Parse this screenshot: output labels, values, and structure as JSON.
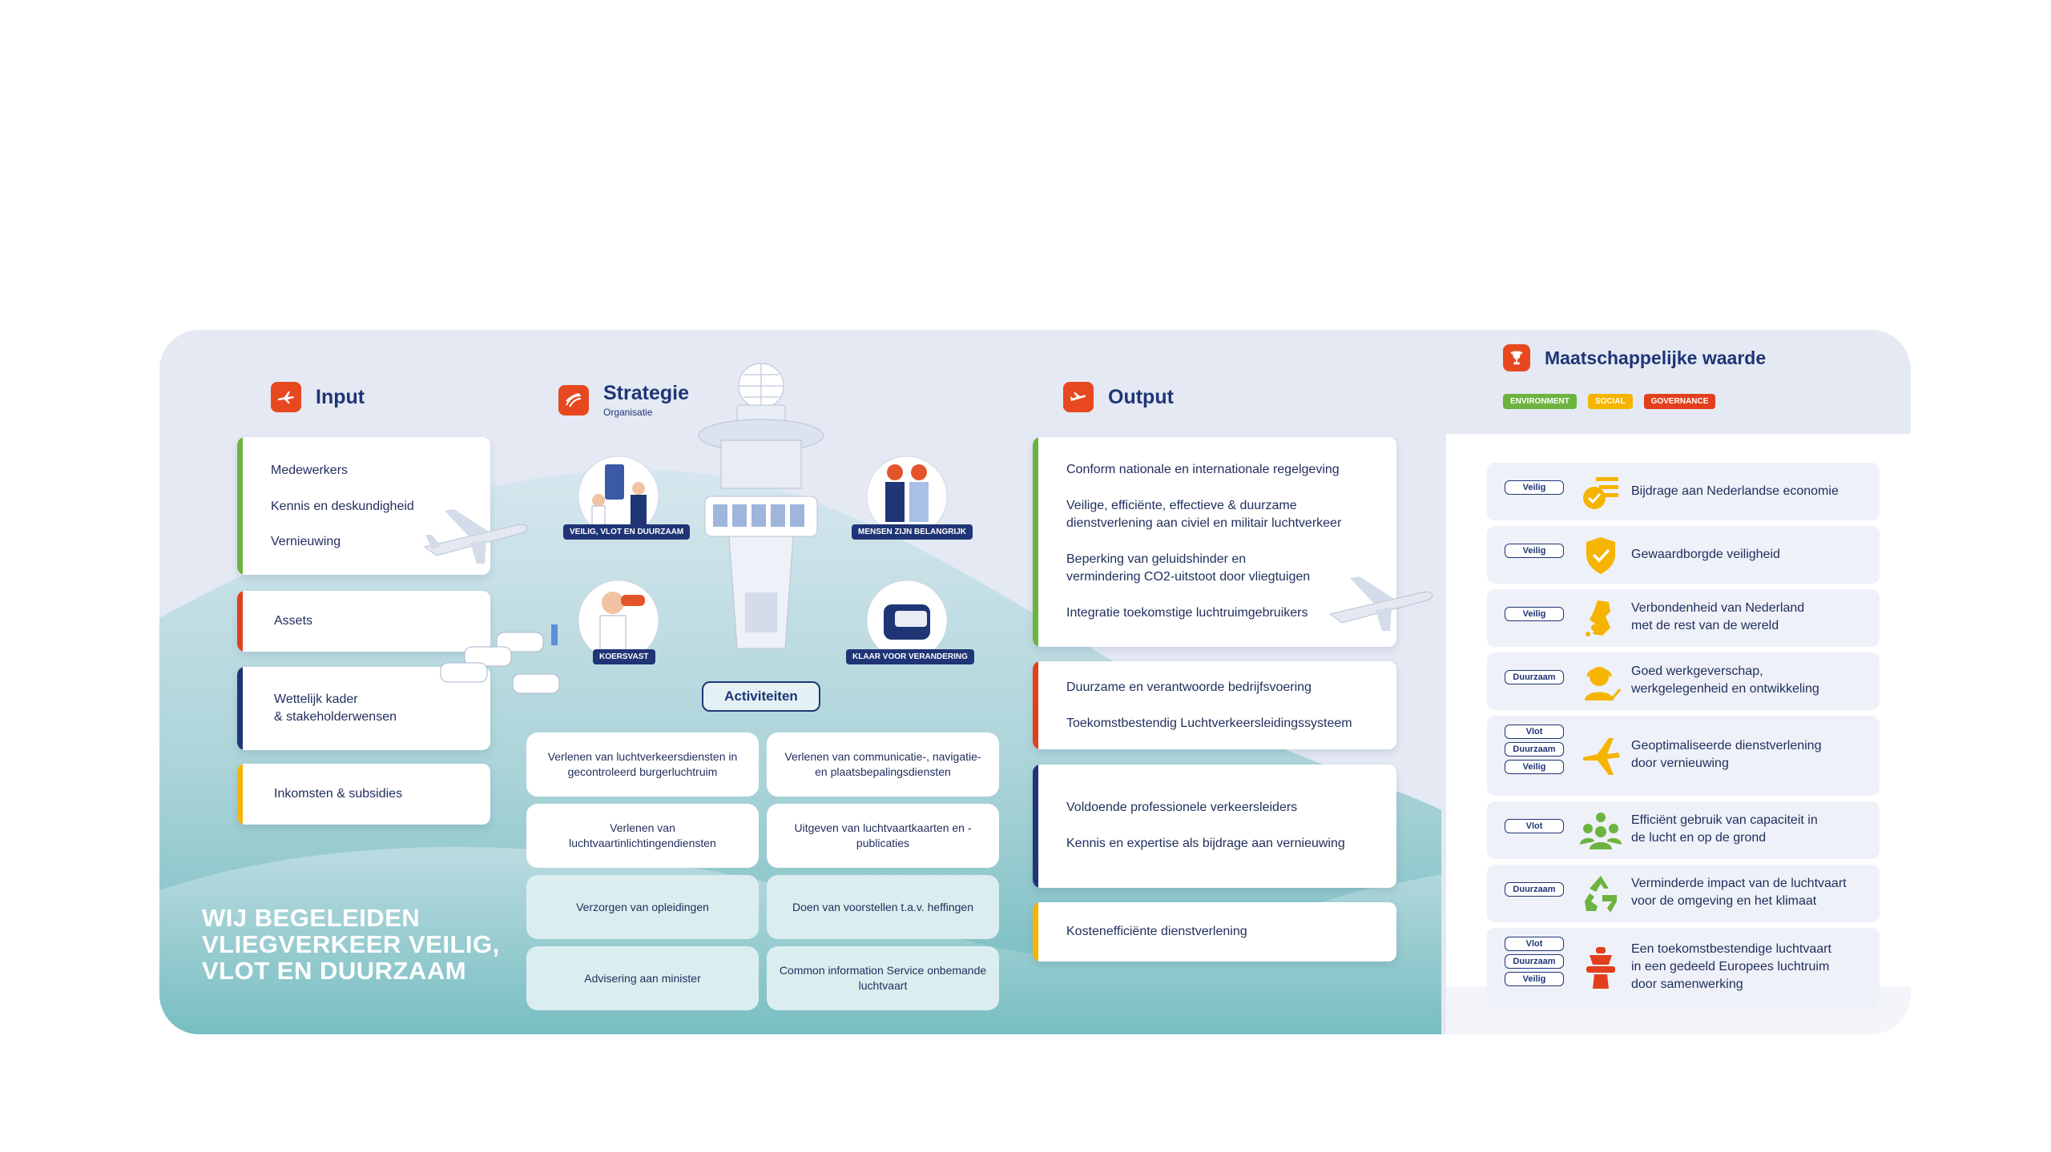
{
  "input": {
    "title": "Input",
    "card1": [
      "Medewerkers",
      "Kennis en deskundigheid",
      "Vernieuwing"
    ],
    "card2": "Assets",
    "card3": [
      "Wettelijk kader",
      "& stakeholderwensen"
    ],
    "card4": "Inkomsten & subsidies"
  },
  "strategie": {
    "title": "Strategie",
    "subtitle": "Organisatie",
    "badges": [
      "VEILIG, VLOT EN DUURZAAM",
      "MENSEN ZIJN BELANGRIJK",
      "KOERSVAST",
      "KLAAR VOOR VERANDERING"
    ]
  },
  "activiteiten": {
    "label": "Activiteiten",
    "items": [
      "Verlenen van luchtverkeersdiensten in gecontroleerd burgerluchtruim",
      "Verlenen van communicatie-, navigatie- en plaatsbepalingsdiensten",
      "Verlenen van luchtvaartinlichtingendiensten",
      "Uitgeven van luchtvaartkaarten en -publicaties",
      "Verzorgen van opleidingen",
      "Doen van voorstellen t.a.v. heffingen",
      "Advisering aan minister",
      "Common information Service onbemande luchtvaart"
    ]
  },
  "output": {
    "title": "Output",
    "card1": [
      "Conform nationale en internationale regelgeving",
      "Veilige, efficiënte, effectieve & duurzame",
      "dienstverlening aan civiel en militair luchtverkeer",
      "Beperking van geluidshinder en",
      "vermindering CO2-uitstoot door vliegtuigen",
      "Integratie toekomstige luchtruimgebruikers"
    ],
    "card2": [
      "Duurzame en verantwoorde bedrijfsvoering",
      "Toekomstbestendig Luchtverkeersleidingssysteem"
    ],
    "card3": [
      "Voldoende professionele verkeersleiders",
      "Kennis en expertise als bijdrage aan vernieuwing"
    ],
    "card4": "Kostenefficiënte dienstverlening"
  },
  "maatschappelijk": {
    "title": "Maatschappelijke waarde",
    "tags": [
      "ENVIRONMENT",
      "SOCIAL",
      "GOVERNANCE"
    ],
    "rows": [
      {
        "tags": [
          "Veilig"
        ],
        "lines": [
          "Bijdrage aan Nederlandse economie"
        ]
      },
      {
        "tags": [
          "Veilig"
        ],
        "lines": [
          "Gewaardborgde veiligheid"
        ]
      },
      {
        "tags": [
          "Veilig"
        ],
        "lines": [
          "Verbondenheid van Nederland",
          "met de rest van de wereld"
        ]
      },
      {
        "tags": [
          "Duurzaam"
        ],
        "lines": [
          "Goed werkgeverschap,",
          "werkgelegenheid en ontwikkeling"
        ]
      },
      {
        "tags": [
          "Vlot",
          "Duurzaam",
          "Veilig"
        ],
        "lines": [
          "Geoptimaliseerde dienstverlening",
          "door vernieuwing"
        ]
      },
      {
        "tags": [
          "Vlot"
        ],
        "lines": [
          "Efficiënt gebruik van capaciteit in",
          "de lucht en op de grond"
        ]
      },
      {
        "tags": [
          "Duurzaam"
        ],
        "lines": [
          "Verminderde impact van de luchtvaart",
          "voor de omgeving en het klimaat"
        ]
      },
      {
        "tags": [
          "Vlot",
          "Duurzaam",
          "Veilig"
        ],
        "lines": [
          "Een toekomstbestendige luchtvaart",
          "in een gedeeld Europees luchtruim",
          "door samenwerking"
        ]
      }
    ]
  },
  "slogan": [
    "WIJ BEGELEIDEN",
    "VLIEGVERKEER VEILIG,",
    "VLOT EN DUURZAAM"
  ],
  "colors": {
    "navy": "#1f3575",
    "accent_orange": "#e8481f",
    "green": "#6db33f",
    "red": "#e2401c",
    "yellow": "#f5b400",
    "teal": "#5fb2b9",
    "environment": "#6db33f",
    "social": "#f5b400",
    "governance": "#e2401c"
  },
  "icons": [
    "plane-icon",
    "strategy-icon",
    "plane-takeoff-icon",
    "trophy-icon",
    "coins-check-icon",
    "shield-check-icon",
    "netherlands-map-icon",
    "headset-person-icon",
    "airplane-icon",
    "people-network-icon",
    "recycle-icon",
    "control-tower-icon"
  ]
}
